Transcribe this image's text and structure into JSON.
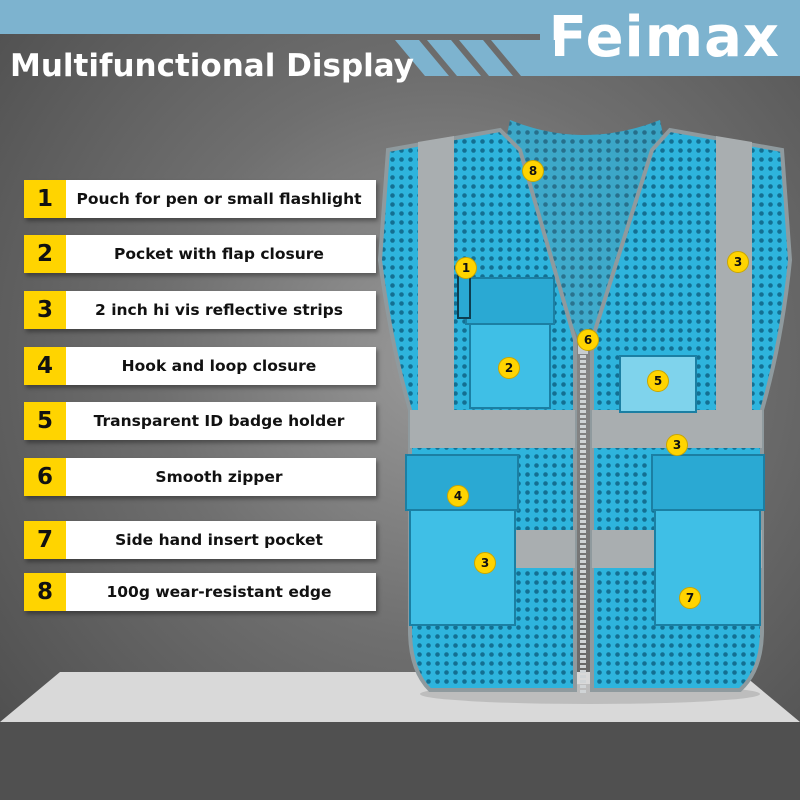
{
  "brand": {
    "name": "Feimax"
  },
  "header": {
    "title": "Multifunctional Display"
  },
  "features": [
    {
      "num": "1",
      "label": "Pouch for pen or small flashlight"
    },
    {
      "num": "2",
      "label": "Pocket with  flap closure"
    },
    {
      "num": "3",
      "label": "2 inch hi vis reflective strips"
    },
    {
      "num": "4",
      "label": "Hook and loop closure"
    },
    {
      "num": "5",
      "label": "Transparent ID badge holder"
    },
    {
      "num": "6",
      "label": "Smooth zipper"
    },
    {
      "num": "7",
      "label": "Side hand insert pocket"
    },
    {
      "num": "8",
      "label": "100g wear-resistant edge"
    }
  ],
  "markers": [
    "8",
    "1",
    "3",
    "6",
    "2",
    "5",
    "3",
    "4",
    "3",
    "7"
  ],
  "colors": {
    "accent": "#ffd400",
    "banner": "#7db3cf",
    "vest": "#2eb4dd",
    "reflective": "#a9aeb0"
  }
}
